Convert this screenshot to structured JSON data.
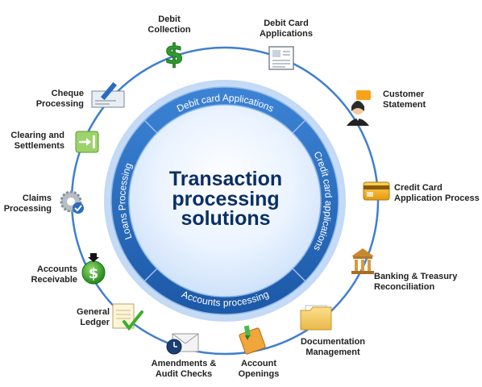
{
  "center": {
    "line1": "Transaction",
    "line2": "processing",
    "line3": "solutions"
  },
  "ring": {
    "top": "Debit card Applications",
    "right": "Credit card applications",
    "bottom": "Accounts processing",
    "left": "Loans Processing"
  },
  "items": [
    {
      "label": "Debit\nCollection",
      "icon": "dollar-icon"
    },
    {
      "label": "Debit Card\nApplications",
      "icon": "document-icon"
    },
    {
      "label": "Customer\nStatement",
      "icon": "customer-support-icon"
    },
    {
      "label": "Credit Card\nApplication Process",
      "icon": "credit-card-icon"
    },
    {
      "label": "Banking & Treasury\nReconciliation",
      "icon": "bank-building-icon"
    },
    {
      "label": "Documentation\nManagement",
      "icon": "folder-icon"
    },
    {
      "label": "Account\nOpenings",
      "icon": "notepad-icon"
    },
    {
      "label": "Amendments &\nAudit Checks",
      "icon": "envelope-clock-icon"
    },
    {
      "label": "General\nLedger",
      "icon": "checked-ledger-icon"
    },
    {
      "label": "Accounts\nReceivable",
      "icon": "dollar-download-icon"
    },
    {
      "label": "Claims\nProcessing",
      "icon": "gear-check-icon"
    },
    {
      "label": "Clearing and\nSettlements",
      "icon": "exchange-arrows-icon"
    },
    {
      "label": "Cheque\nProcessing",
      "icon": "cheque-pen-icon"
    }
  ],
  "colors": {
    "ring": "#2a6cc0",
    "outer_circle": "#3f7fcf",
    "center_text": "#0b2f66",
    "dollar_green": "#2e9c2e"
  }
}
